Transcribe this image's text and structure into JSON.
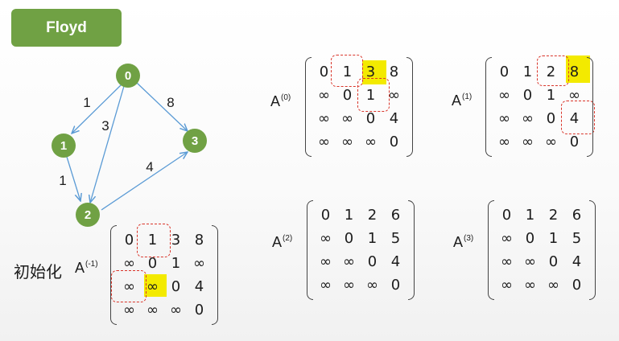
{
  "title": "Floyd",
  "graph": {
    "nodes": [
      "0",
      "1",
      "2",
      "3"
    ],
    "edges": [
      {
        "from": "0",
        "to": "1",
        "weight": "1"
      },
      {
        "from": "0",
        "to": "2",
        "weight": "3"
      },
      {
        "from": "0",
        "to": "3",
        "weight": "8"
      },
      {
        "from": "1",
        "to": "2",
        "weight": "1"
      },
      {
        "from": "2",
        "to": "3",
        "weight": "4"
      }
    ],
    "colors": {
      "node": "#70a144",
      "edge": "#5b9bd5"
    }
  },
  "init_label": "初始化",
  "matrices": [
    {
      "name": "A",
      "sup": "(-1)",
      "rows": [
        [
          "0",
          "1",
          "3",
          "8"
        ],
        [
          "∞",
          "0",
          "1",
          "∞"
        ],
        [
          "∞",
          "∞",
          "0",
          "4"
        ],
        [
          "∞",
          "∞",
          "∞",
          "0"
        ]
      ]
    },
    {
      "name": "A",
      "sup": "(0)",
      "rows": [
        [
          "0",
          "1",
          "3",
          "8"
        ],
        [
          "∞",
          "0",
          "1",
          "∞"
        ],
        [
          "∞",
          "∞",
          "0",
          "4"
        ],
        [
          "∞",
          "∞",
          "∞",
          "0"
        ]
      ]
    },
    {
      "name": "A",
      "sup": "(1)",
      "rows": [
        [
          "0",
          "1",
          "2",
          "8"
        ],
        [
          "∞",
          "0",
          "1",
          "∞"
        ],
        [
          "∞",
          "∞",
          "0",
          "4"
        ],
        [
          "∞",
          "∞",
          "∞",
          "0"
        ]
      ]
    },
    {
      "name": "A",
      "sup": "(2)",
      "rows": [
        [
          "0",
          "1",
          "2",
          "6"
        ],
        [
          "∞",
          "0",
          "1",
          "5"
        ],
        [
          "∞",
          "∞",
          "0",
          "4"
        ],
        [
          "∞",
          "∞",
          "∞",
          "0"
        ]
      ]
    },
    {
      "name": "A",
      "sup": "(3)",
      "rows": [
        [
          "0",
          "1",
          "2",
          "6"
        ],
        [
          "∞",
          "0",
          "1",
          "5"
        ],
        [
          "∞",
          "∞",
          "0",
          "4"
        ],
        [
          "∞",
          "∞",
          "∞",
          "0"
        ]
      ]
    }
  ],
  "highlight_color": "#f3ea00",
  "dash_color": "#d9352a"
}
